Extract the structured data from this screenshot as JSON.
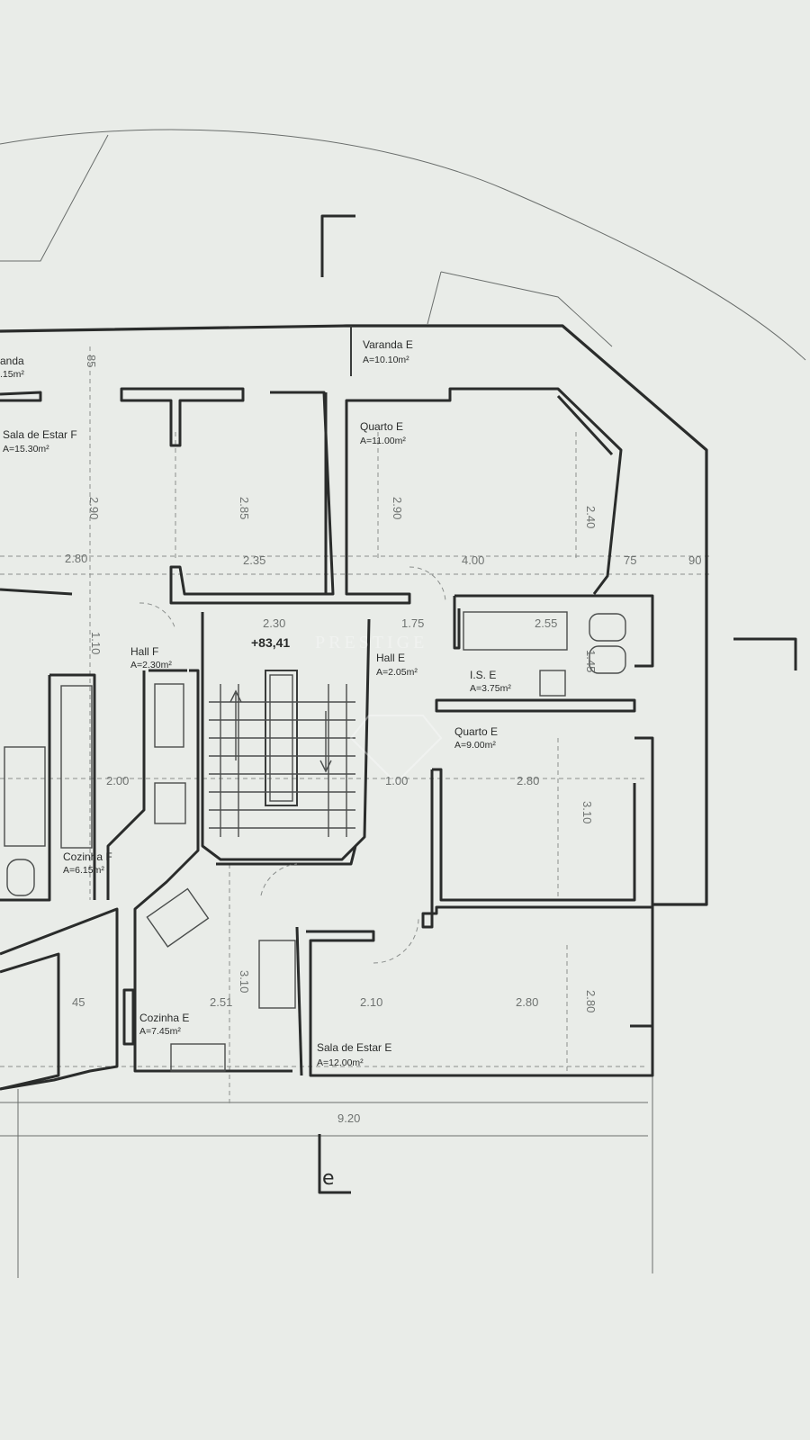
{
  "rooms": {
    "varanda_f": {
      "name": "anda",
      "area": ".15m²"
    },
    "varanda_e": {
      "name": "Varanda E",
      "area": "A=10.10m²"
    },
    "sala_estar_f": {
      "name": "Sala de Estar F",
      "area": "A=15.30m²"
    },
    "quarto_e_top": {
      "name": "Quarto E",
      "area": "A=11.00m²"
    },
    "hall_f": {
      "name": "Hall F",
      "area": "A=2.30m²"
    },
    "hall_e": {
      "name": "Hall E",
      "area": "A=2.05m²"
    },
    "is_e": {
      "name": "I.S. E",
      "area": "A=3.75m²"
    },
    "quarto_e_mid": {
      "name": "Quarto E",
      "area": "A=9.00m²"
    },
    "cozinha_f": {
      "name": "Cozinha F",
      "area": "A=6.15m²"
    },
    "cozinha_e": {
      "name": "Cozinha E",
      "area": "A=7.45m²"
    },
    "sala_estar_e": {
      "name": "Sala de Estar E",
      "area": "A=12.00m²"
    }
  },
  "elevation": "+83,41",
  "dimensions": {
    "d_85": "85",
    "d_290a": "2.90",
    "d_285": "2.85",
    "d_290b": "2.90",
    "d_240": "2.40",
    "d_280a": "2.80",
    "d_235": "2.35",
    "d_400": "4.00",
    "d_75": "75",
    "d_90": "90",
    "d_230": "2.30",
    "d_175": "1.75",
    "d_255": "2.55",
    "d_110": "1.10",
    "d_145": "1.45",
    "d_200": "2.00",
    "d_100": "1.00",
    "d_280b": "2.80",
    "d_310a": "3.10",
    "d_310b": "3.10",
    "d_251": "2.51",
    "d_45": "45",
    "d_210": "2.10",
    "d_280c": "2.80",
    "d_280d": "2.80",
    "d_920": "9.20"
  },
  "section_marker": "e",
  "watermark": "PRESTIGE"
}
